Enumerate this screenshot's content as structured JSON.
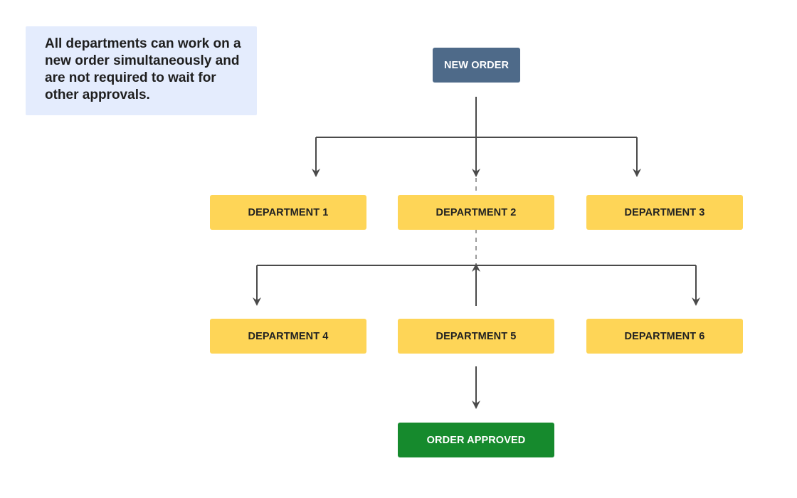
{
  "note": {
    "lines": [
      "All departments can work on a",
      "new order simultaneously and",
      "are not required to wait for",
      "other approvals."
    ]
  },
  "flow": {
    "start": "NEW ORDER",
    "departments": [
      "DEPARTMENT 1",
      "DEPARTMENT 2",
      "DEPARTMENT 3",
      "DEPARTMENT 4",
      "DEPARTMENT 5",
      "DEPARTMENT 6"
    ],
    "end": "ORDER APPROVED"
  },
  "colors": {
    "start_fill": "#4e6a89",
    "department_fill": "#fed557",
    "end_fill": "#168a2d",
    "note_fill": "#e4ecfd",
    "connector": "#4a4a4a"
  }
}
